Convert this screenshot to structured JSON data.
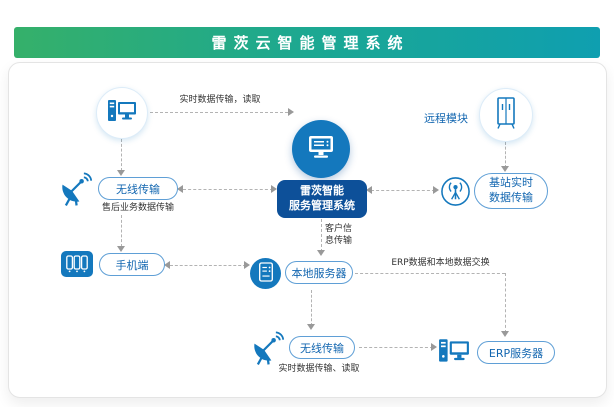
{
  "header": {
    "title": "雷茨云智能管理系统"
  },
  "system": {
    "name_line1": "雷茨智能",
    "name_line2": "服务管理系统",
    "icon": "server-host-icon"
  },
  "nodes": {
    "pc_client": {
      "icon": "desktop-computer-icon"
    },
    "wireless_left": {
      "label": "无线传输",
      "sublabel": "售后业务数据传输",
      "icon": "satellite-dish-icon"
    },
    "mobile": {
      "label": "手机端",
      "icon": "mobile-devices-icon"
    },
    "local_server": {
      "label": "本地服务器",
      "icon": "server-icon"
    },
    "wireless_bottom": {
      "label": "无线传输",
      "sublabel": "实时数据传输、读取",
      "icon": "satellite-dish-icon"
    },
    "erp_server": {
      "label": "ERP服务器",
      "icon": "desktop-computer-icon"
    },
    "remote_module": {
      "label": "远程模块",
      "icon": "server-cabinet-icon"
    },
    "base_station": {
      "label_line1": "基站实时",
      "label_line2": "数据传输",
      "icon": "antenna-icon"
    }
  },
  "edges": {
    "pc_to_system": "实时数据传输，读取",
    "system_to_local_server": "客户信息传输",
    "local_to_erp": "ERP数据和本地数据交换"
  },
  "colors": {
    "header_gradient_start": "#35b06a",
    "header_gradient_end": "#0f9fb0",
    "primary_blue": "#1478bd",
    "dark_blue": "#0d5099",
    "node_text_blue": "#1266b0",
    "dash_line_gray": "#b3b3b3"
  }
}
